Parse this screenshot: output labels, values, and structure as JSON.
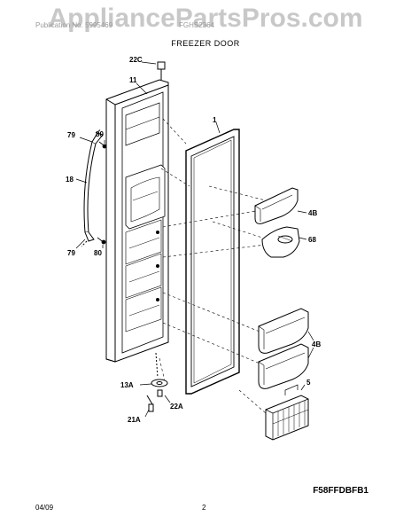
{
  "watermark": "AppliancePartsPros.com",
  "header": {
    "left_text": "Publication No. 5995469",
    "model_text": "FGHS2364",
    "section_title": "FREEZER DOOR"
  },
  "figure_ref": "F58FFDBFB1",
  "footer": {
    "date": "04/09",
    "page": "2"
  },
  "part_labels": {
    "p22c": "22C",
    "p11": "11",
    "p1": "1",
    "p79a": "79",
    "p80a": "80",
    "p18": "18",
    "p79b": "79",
    "p80b": "80",
    "p4b_a": "4B",
    "p68": "68",
    "p4b_b": "4B",
    "p5": "5",
    "p13a": "13A",
    "p22a": "22A",
    "p21a": "21A"
  }
}
